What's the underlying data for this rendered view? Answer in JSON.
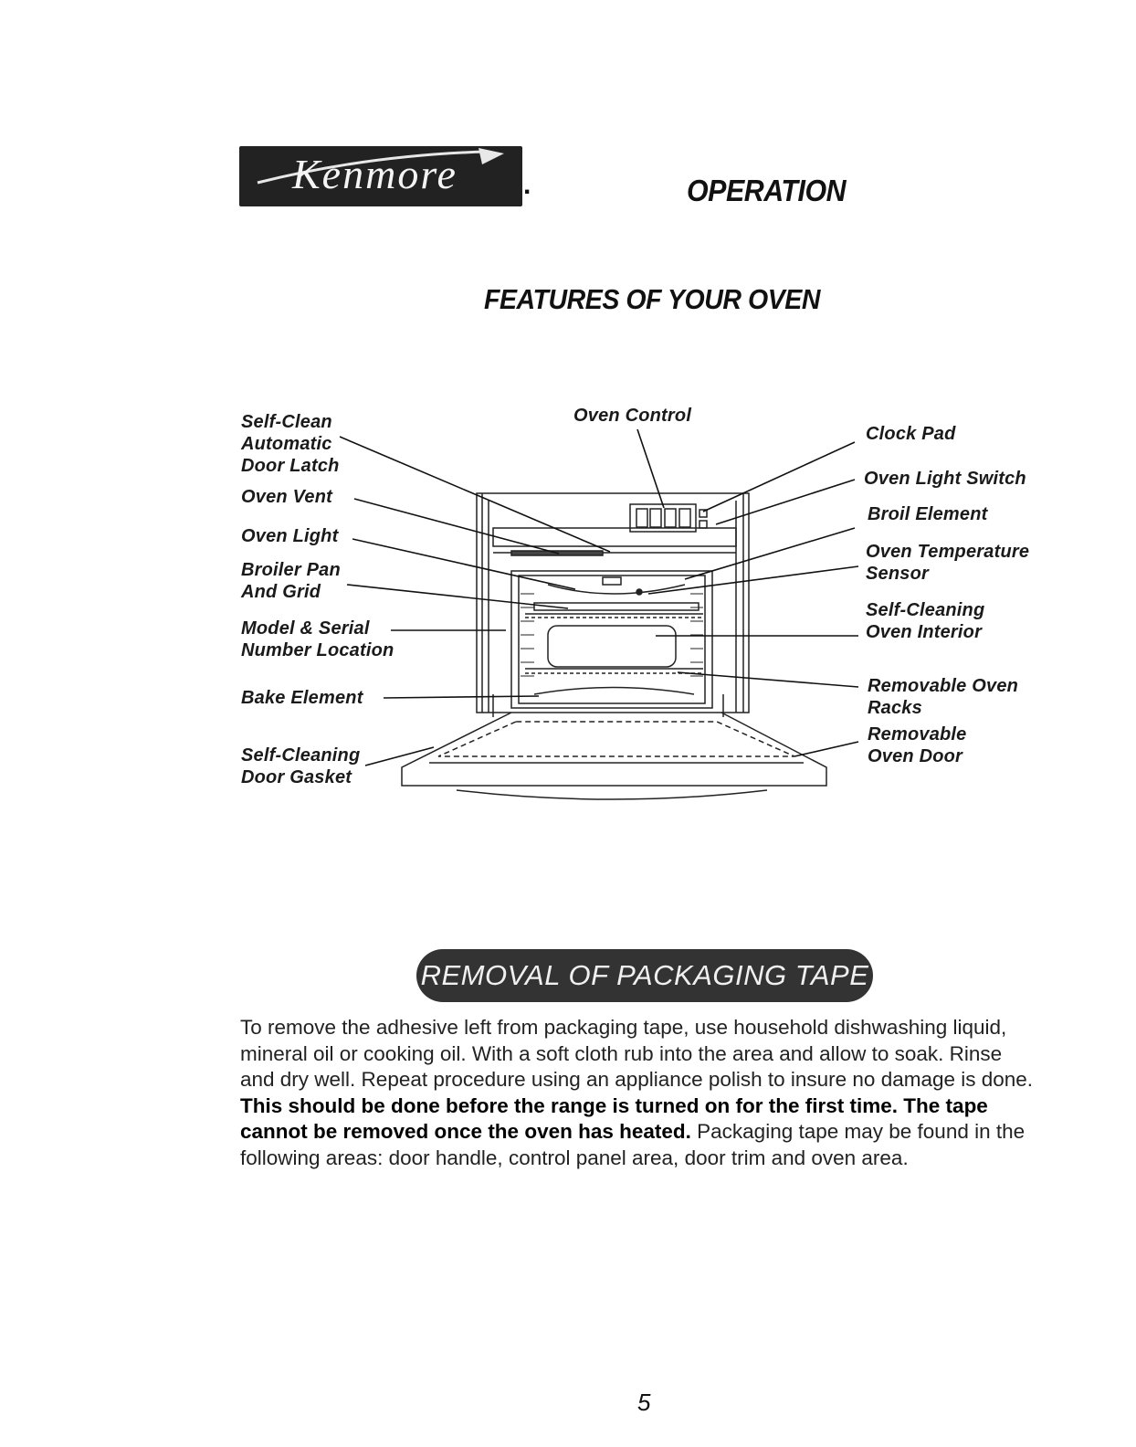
{
  "header": {
    "brand_logo_text": "Kenmore",
    "brand_logo_dot": ".",
    "section_title": "OPERATION"
  },
  "features": {
    "title": "FEATURES OF YOUR OVEN",
    "labels": {
      "self_clean_latch": "Self-Clean\nAutomatic\nDoor Latch",
      "oven_vent": "Oven Vent",
      "oven_light": "Oven Light",
      "broiler_pan": "Broiler Pan\nAnd Grid",
      "model_serial": "Model & Serial\nNumber Location",
      "bake_element": "Bake Element",
      "door_gasket": "Self-Cleaning\nDoor Gasket",
      "oven_control": "Oven Control",
      "clock_pad": "Clock Pad",
      "oven_light_switch": "Oven Light Switch",
      "broil_element": "Broil Element",
      "temp_sensor": "Oven Temperature\nSensor",
      "self_cleaning_interior": "Self-Cleaning\nOven Interior",
      "removable_racks": "Removable Oven\nRacks",
      "removable_door": "Removable\nOven Door"
    }
  },
  "tape_section": {
    "banner": "REMOVAL OF PACKAGING TAPE",
    "text_part1": "To remove the adhesive left from packaging tape, use household dishwashing liquid, mineral oil or cooking oil. With a soft cloth rub into the area and allow to soak. Rinse and dry well. Repeat procedure using an appliance polish to insure no damage is done. ",
    "text_bold": "This should be done before the range is turned on for the first time. The tape cannot be removed once the oven has heated.",
    "text_part2": " Packaging tape may be found in the following areas: door handle, control panel area, door trim and oven area."
  },
  "footer": {
    "page_number": "5"
  }
}
